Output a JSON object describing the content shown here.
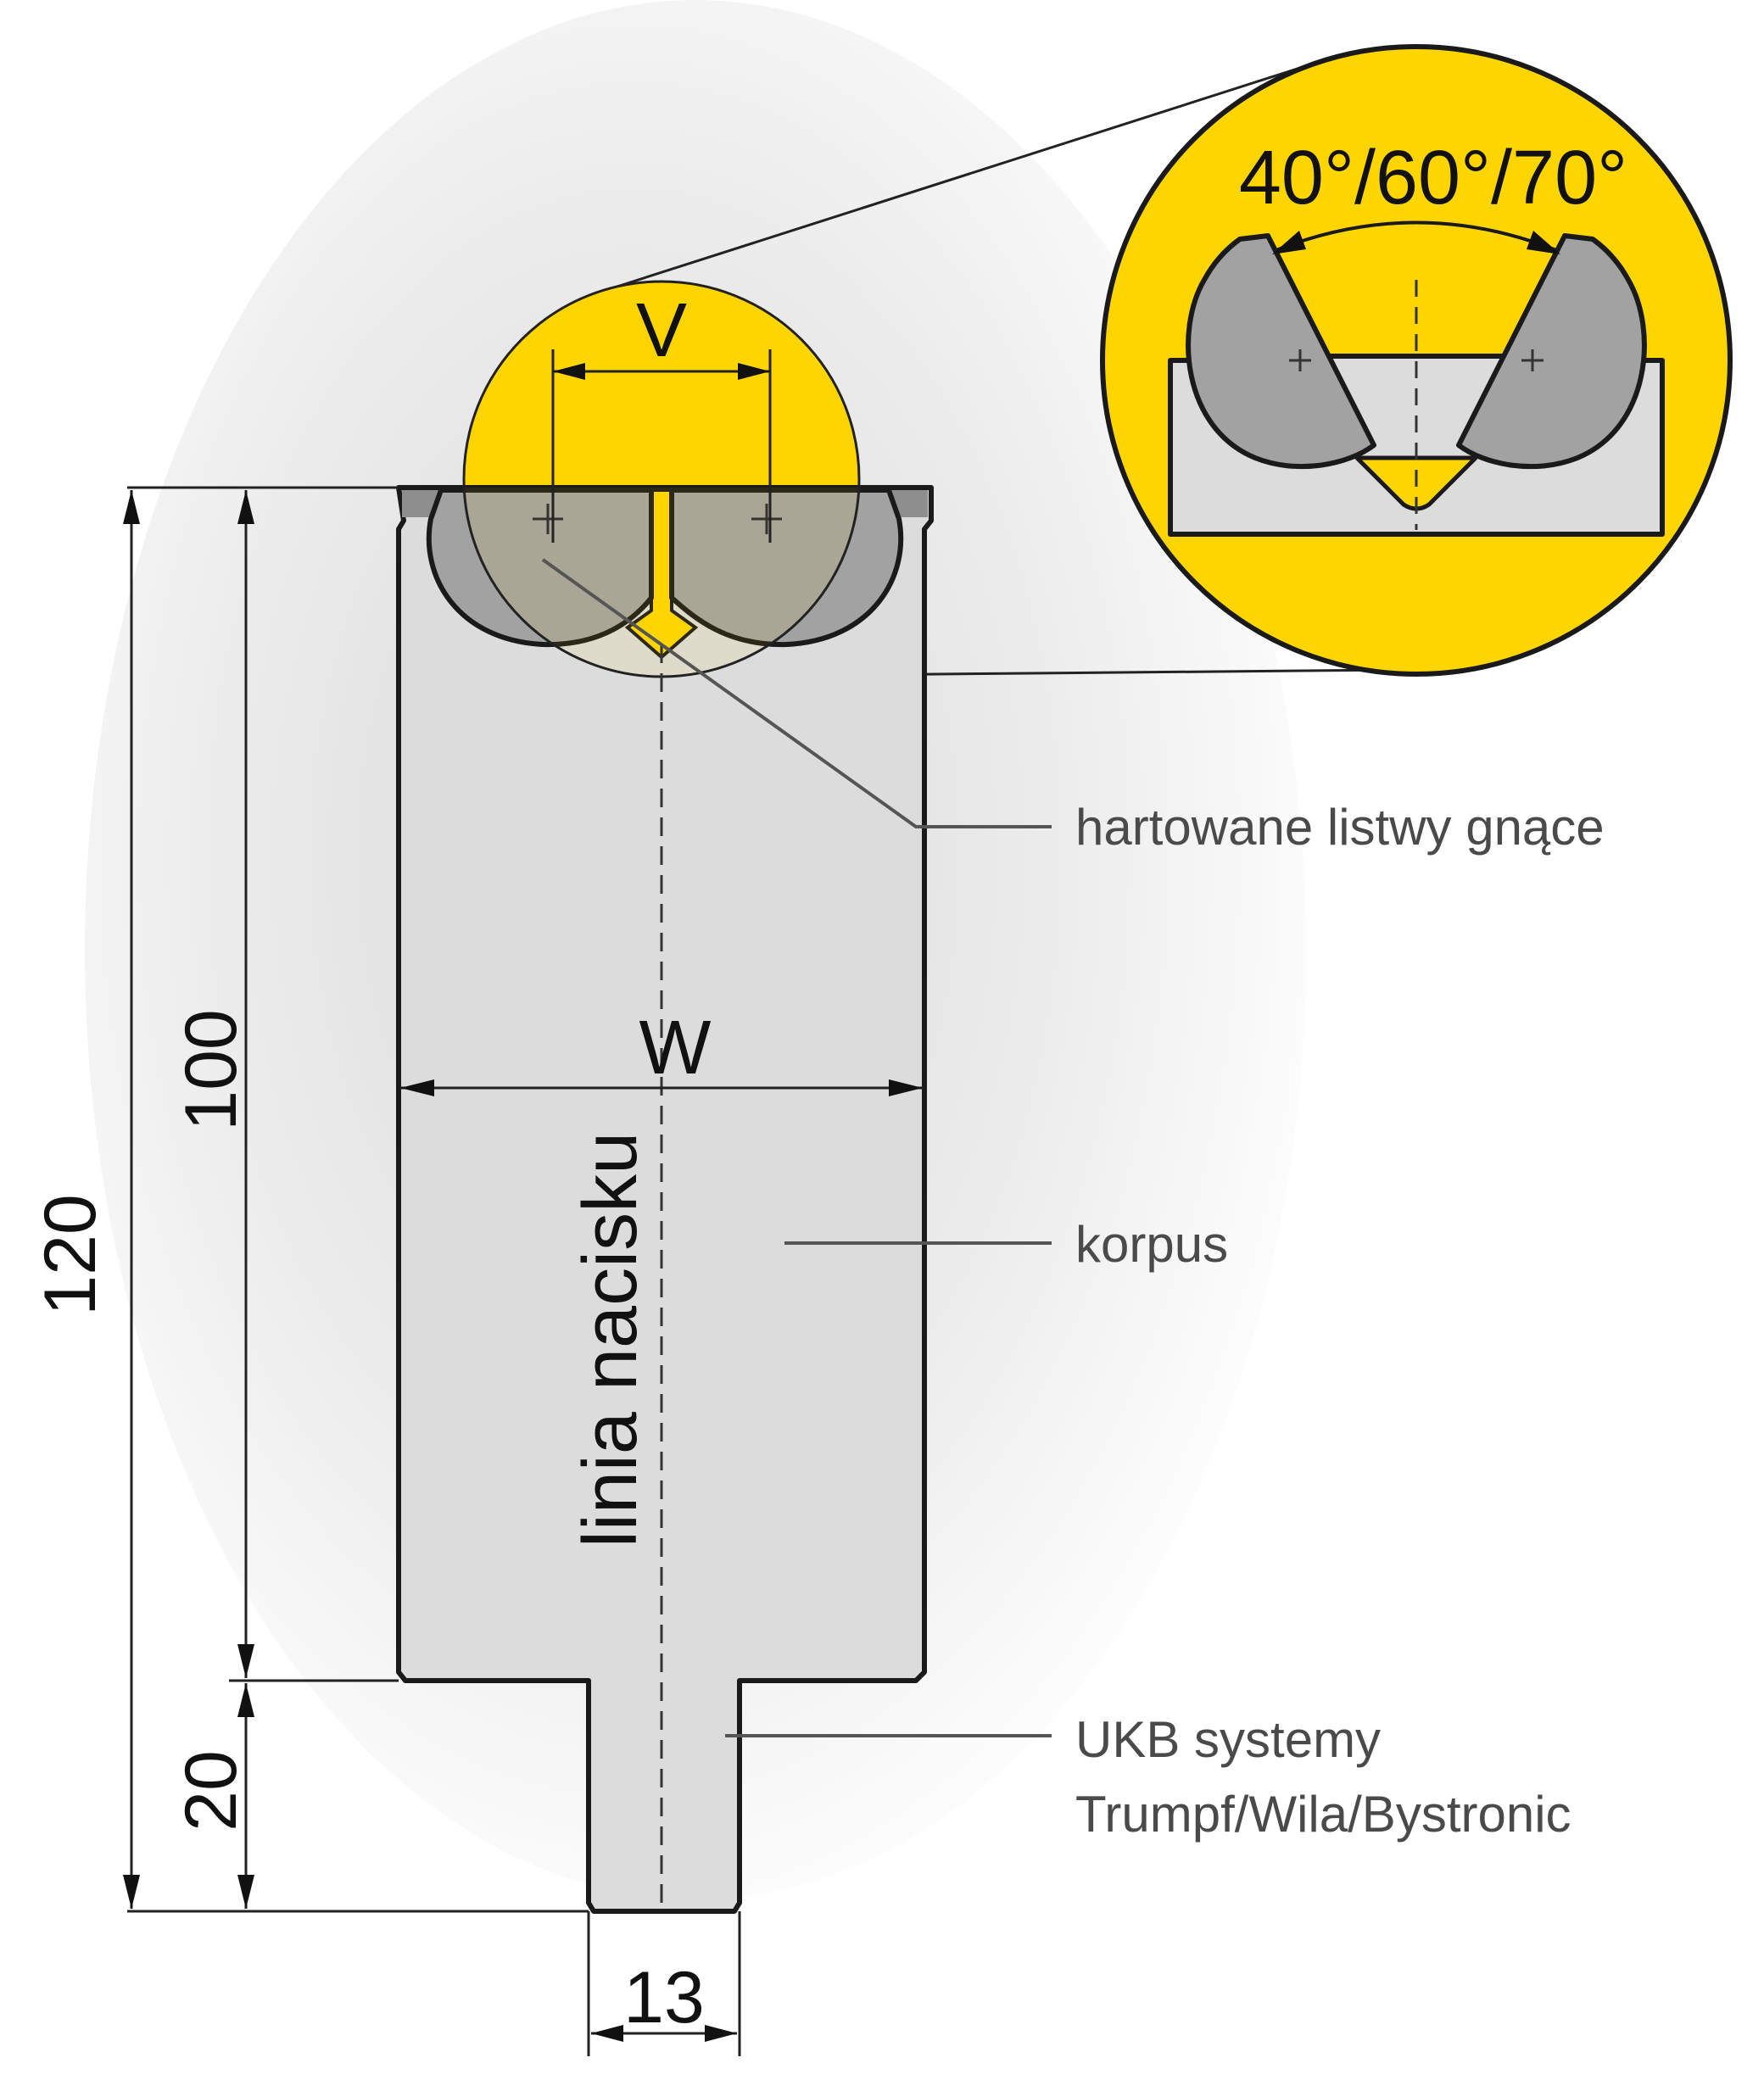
{
  "labels": {
    "v_opening": "V",
    "width": "W",
    "total_height": "120",
    "body_height": "100",
    "tang_height": "20",
    "tang_width": "13",
    "press_line": "linia nacisku",
    "angles": "40°/60°/70°"
  },
  "callouts": {
    "bending_rolls": "hartowane listwy gnące",
    "body": "korpus",
    "ukb_line1": "UKB systemy",
    "ukb_line2": "Trumpf/Wila/Bystronic"
  },
  "colors": {
    "accent_yellow": "#ffd500",
    "body_gray": "#dcdcdc",
    "roll_gray": "#9e9e9e",
    "outline": "#1a1a1a"
  }
}
